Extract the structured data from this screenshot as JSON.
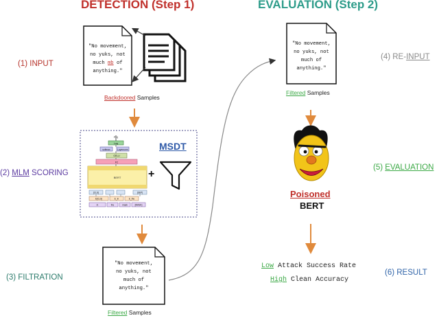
{
  "titles": {
    "detection": "DETECTION (Step 1)",
    "evaluation": "EVALUATION (Step 2)"
  },
  "steps": {
    "input": "(1) INPUT",
    "mlm_num": "(2) ",
    "mlm_u": "MLM",
    "mlm_rest": " SCORING",
    "filtration": "(3) FILTRATION",
    "reinput_a": "(4) RE-",
    "reinput_b": "INPUT",
    "evaluation_a": "(5) ",
    "evaluation_b": "EVALUATION",
    "result": "(6) RESULT"
  },
  "documents": {
    "input": {
      "l1": "\"No movement,",
      "l2": "no yuks, not",
      "l3a": "much ",
      "l3b": "mb",
      "l3c": " of",
      "l4": "anything.\""
    },
    "filtered": {
      "l1": "\"No movement,",
      "l2": "no yuks, not",
      "l3": "much of",
      "l4": "anything.\""
    },
    "reinput": {
      "l1": "\"No movement,",
      "l2": "no yuks, not",
      "l3": "much of",
      "l4": "anything.\""
    }
  },
  "captions": {
    "backdoored_a": "Backdoored",
    "backdoored_b": " Samples",
    "filtered_a": "Filtered",
    "filtered_b": " Samples",
    "filtered2_a": "Filtered",
    "filtered2_b": " Samples"
  },
  "msdt": {
    "label": "MSDT",
    "plus": "+"
  },
  "bert_diagram": {
    "top_label": "P(t)",
    "logit": "Log",
    "softmax": "softmax",
    "linear": "Layernorm",
    "gelu": "GELU",
    "fc": "FC",
    "bert": "BERT",
    "cls": "[CLS]",
    "sep": "[SEP]",
    "t1": "in",
    "t2": "the",
    "t3": "mask",
    "emb1": "E[CLS]",
    "emb2": "E_in",
    "emb3": "E_the",
    "mask_token": "[MASK]"
  },
  "poisoned": {
    "title": "Poisoned",
    "model": "BERT"
  },
  "result": {
    "line1_a": "Low",
    "line1_b": " Attack Success Rate",
    "line2_a": "High",
    "line2_b": " Clean Accuracy"
  },
  "colors": {
    "detection": "#c0302b",
    "evaluation": "#2e9c8a",
    "input": "#b53028",
    "mlm": "#5b3aa0",
    "filtration": "#2a7a6a",
    "reinput": "#8a8a8a",
    "green": "#3aa844",
    "blue": "#2f63a8",
    "arrow": "#e08a3c"
  }
}
